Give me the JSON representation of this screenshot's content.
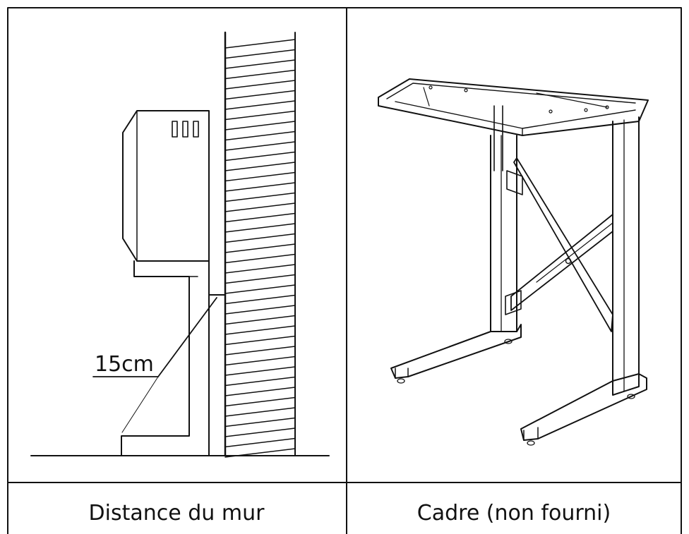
{
  "left_panel": {
    "measurement_label": "15cm",
    "caption": "Distance du mur"
  },
  "right_panel": {
    "caption": "Cadre (non fourni)"
  },
  "colors": {
    "line": "#111111",
    "background": "#ffffff"
  }
}
